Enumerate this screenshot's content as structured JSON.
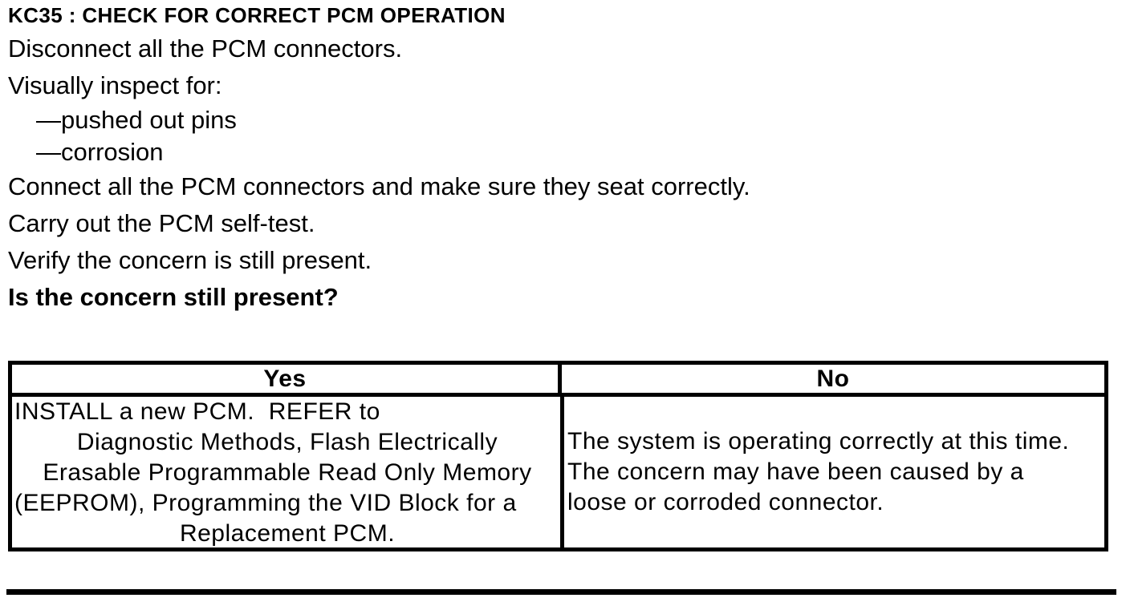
{
  "page": {
    "title": "KC35 : CHECK FOR CORRECT PCM OPERATION",
    "instructions": [
      "Disconnect all the PCM connectors.",
      "Visually inspect for:",
      "—pushed out pins",
      "—corrosion",
      "Connect all the PCM connectors and make sure they seat correctly.",
      "Carry out the PCM self-test.",
      "Verify the concern is still present."
    ],
    "question": "Is the concern still present?"
  },
  "results_table": {
    "headers": [
      "Yes",
      "No"
    ],
    "yes_lines": [
      "INSTALL a new PCM.  REFER to",
      "Diagnostic Methods, Flash Electrically",
      "Erasable Programmable Read Only Memory",
      "(EEPROM), Programming the VID Block for a",
      "Replacement PCM."
    ],
    "no_lines": [
      "The system is operating correctly at this time.",
      "The concern may have been caused by a",
      "loose or corroded connector."
    ]
  }
}
